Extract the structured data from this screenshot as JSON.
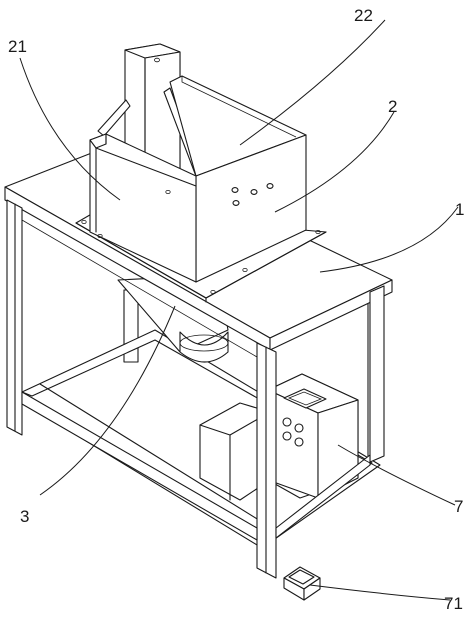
{
  "labels": {
    "l21": "21",
    "l22": "22",
    "l2": "2",
    "l1": "1",
    "l3": "3",
    "l7": "7",
    "l71": "71"
  }
}
